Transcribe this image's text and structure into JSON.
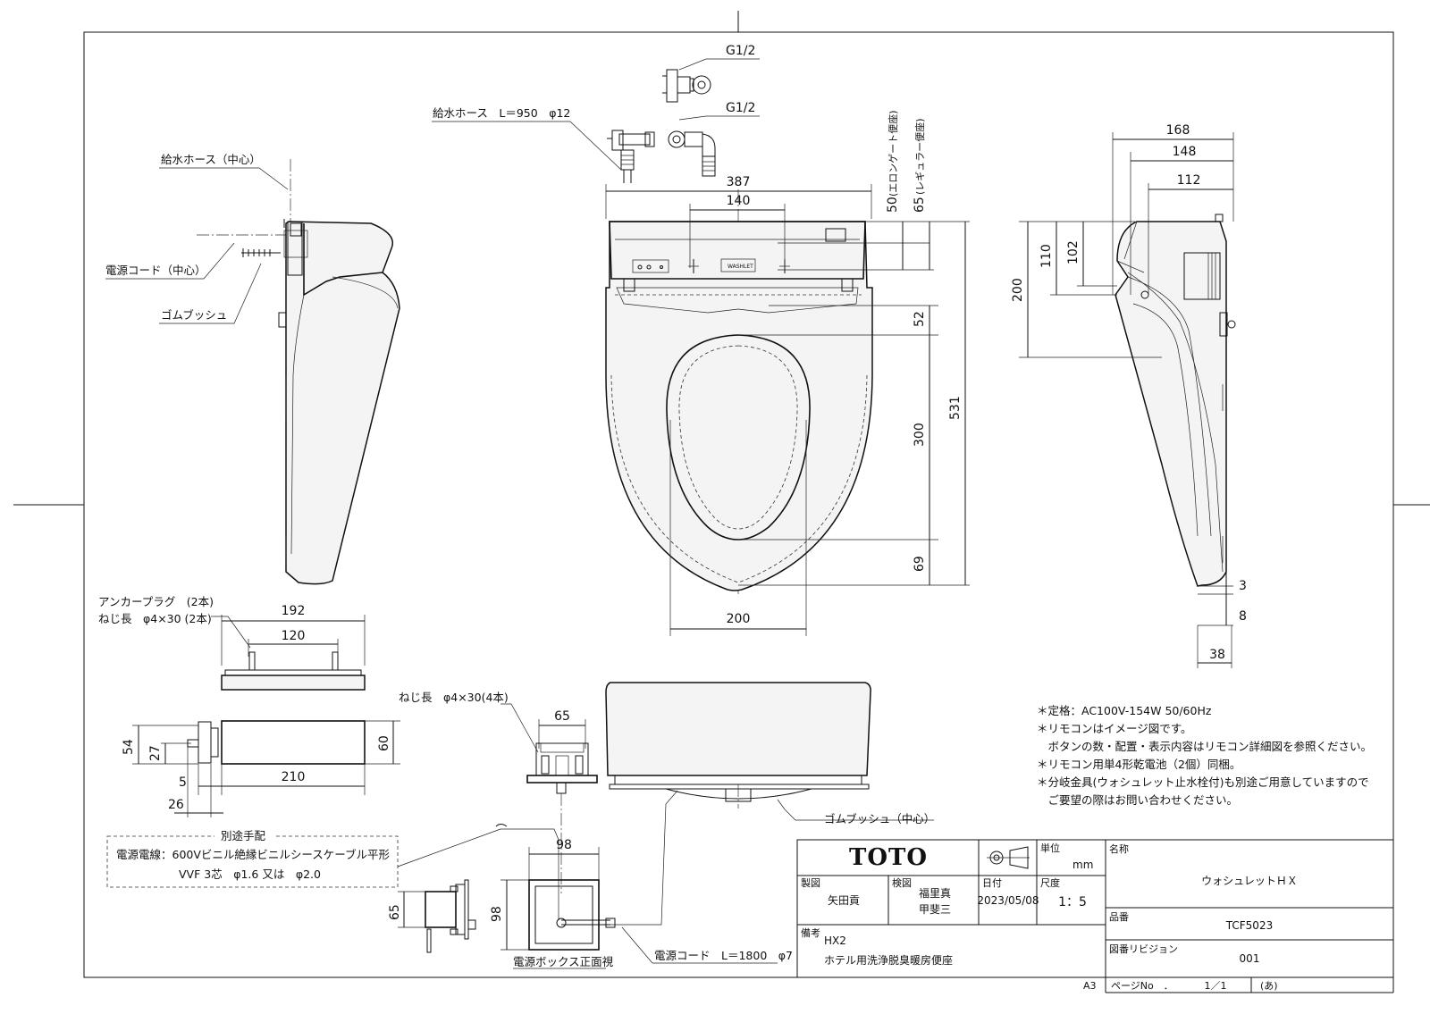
{
  "dims": {
    "d_387": "387",
    "d_140": "140",
    "d_50": "50",
    "d_65_top": "65",
    "d_elongate": "(エロンゲート便座)",
    "d_regular": "(レギュラー便座)",
    "d_200_v": "200",
    "d_531": "531",
    "d_52": "52",
    "d_300": "300",
    "d_69": "69",
    "d_200_h": "200",
    "d_168": "168",
    "d_148": "148",
    "d_112": "112",
    "d_110": "110",
    "d_102": "102",
    "d_3": "3",
    "d_8": "8",
    "d_38": "38",
    "d_192": "192",
    "d_120": "120",
    "d_54": "54",
    "d_27": "27",
    "d_60": "60",
    "d_210": "210",
    "d_5": "5",
    "d_26": "26",
    "d_65_plate": "65",
    "d_98_h": "98",
    "d_98_v": "98",
    "d_65_box": "65"
  },
  "labels": {
    "g12_a": "G1/2",
    "g12_b": "G1/2",
    "supply_hose": "給水ホース　L＝950　φ12",
    "supply_hose_center": "給水ホース（中心）",
    "power_cord_center": "電源コード（中心）",
    "rubber_bush": "ゴムブッシュ",
    "anchor_plug": "アンカープラグ　(2本)",
    "screw_len_2": "ねじ長　φ4×30 (2本)",
    "screw_len_4": "ねじ長　φ4×30(4本)",
    "rubber_bush_center": "ゴムブッシュ（中心）",
    "separate_title": "別途手配",
    "power_wire_1": "電源電線：600Vビニル絶縁ビニルシースケーブル平形",
    "power_wire_2": "VVF 3芯　φ1.6 又は　φ2.0",
    "power_box_front": "電源ボックス正面視",
    "power_cord_len": "電源コード　L＝1800　φ7",
    "remote_brand": "WASHLET"
  },
  "notes": [
    "＊定格：AC100V-154W 50/60Hz",
    "＊リモコンはイメージ図です。",
    "　ボタンの数・配置・表示内容はリモコン詳細図を参照ください。",
    "＊リモコン用単4形乾電池（2個）同梱。",
    "＊分岐金具(ウォシュレット止水栓付)も別途ご用意していますので",
    "　ご要望の際はお問い合わせください。"
  ],
  "title_block": {
    "logo": "TOTO",
    "unit_label": "単位",
    "unit_value": "mm",
    "drawn_label": "製図",
    "drawn_value": "矢田貢",
    "check_label": "検図",
    "check_value_1": "福里真",
    "check_value_2": "甲斐三",
    "date_label": "日付",
    "date_value": "2023/05/08",
    "scale_label": "尺度",
    "scale_value": "1：5",
    "remarks_label": "備考",
    "remarks_value_1": "HX2",
    "remarks_value_2": "ホテル用洗浄脱臭暖房便座",
    "name_label": "名称",
    "name_value": "ウォシュレットＨＸ",
    "part_label": "品番",
    "part_value": "TCF5023",
    "rev_label": "図番リビジョン",
    "rev_value": "001",
    "sheet_size": "A3",
    "page_label": "ページNo　．",
    "page_value": "1／1",
    "page_note": "(あ)"
  }
}
